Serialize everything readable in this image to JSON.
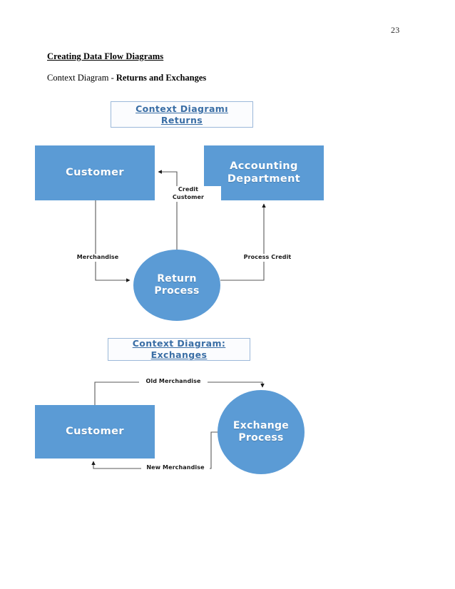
{
  "document": {
    "page_number": "23",
    "heading": "Creating Data Flow Diagrams",
    "subheading_prefix": "Context Diagram - ",
    "subheading_bold": "Returns and Exchanges"
  },
  "colors": {
    "entity_fill": "#5B9BD5",
    "title_text": "#3A6EA5",
    "title_border": "#9BB8D9",
    "connector": "#595959",
    "page_background": "#FFFFFF"
  },
  "diagrams": [
    {
      "id": "returns",
      "title": "Context Diagramı\nReturns",
      "nodes": [
        {
          "id": "customer-1",
          "type": "entity",
          "label": "Customer"
        },
        {
          "id": "accounting-1",
          "type": "entity",
          "label": "Accounting\nDepartment"
        },
        {
          "id": "return-process",
          "type": "process",
          "label": "Return\nProcess"
        }
      ],
      "flows": [
        {
          "id": "merchandise",
          "label": "Merchandise",
          "from": "customer-1",
          "to": "return-process"
        },
        {
          "id": "process-credit",
          "label": "Process Credit",
          "from": "return-process",
          "to": "accounting-1"
        },
        {
          "id": "credit-customer",
          "label": "Credit\nCustomer",
          "from": "return-process",
          "to": "customer-1"
        }
      ]
    },
    {
      "id": "exchanges",
      "title": "Context Diagram:\nExchanges",
      "nodes": [
        {
          "id": "customer-2",
          "type": "entity",
          "label": "Customer"
        },
        {
          "id": "exchange-process",
          "type": "process",
          "label": "Exchange\nProcess"
        }
      ],
      "flows": [
        {
          "id": "old-merchandise",
          "label": "Old Merchandise",
          "from": "customer-2",
          "to": "exchange-process"
        },
        {
          "id": "new-merchandise",
          "label": "New Merchandise",
          "from": "exchange-process",
          "to": "customer-2"
        }
      ]
    }
  ]
}
